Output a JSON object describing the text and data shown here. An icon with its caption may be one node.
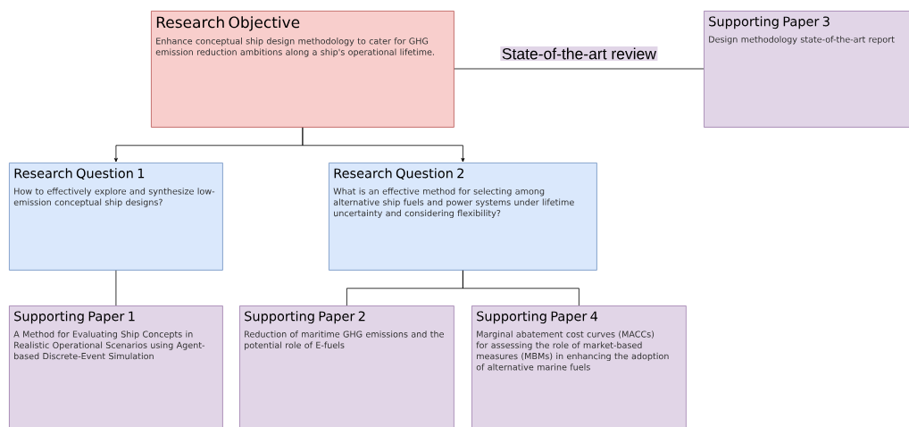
{
  "diagram": {
    "nodes": [
      {
        "text": [
          "Research Objective",
          "Enhance conceptual ship design methodology to cater for GHG emission reduction ambitions along a ship's operational lifetime."
        ]
      },
      {
        "text": [
          "Supporting Paper 3",
          "Design methodology state-of-the-art report"
        ]
      },
      {
        "text": [
          "Research Question 1",
          "How to effectively explore and synthesize low-emission conceptual ship designs?"
        ]
      },
      {
        "text": [
          "Research Question 2",
          "What is an effective method for selecting among alternative ship fuels and power systems under lifetime uncertainty and considering flexibility?"
        ]
      },
      {
        "text": [
          "Supporting Paper 1",
          "A Method for Evaluating Ship Concepts in Realistic Operational Scenarios using Agent-based Discrete-Event Simulation"
        ]
      },
      {
        "text": [
          "Supporting Paper 2",
          "Reduction of maritime GHG emissions and the potential role of E-fuels"
        ]
      },
      {
        "text": [
          "Supporting Paper 4",
          "Marginal abatement cost curves (MACCs) for assessing the role of market-based measures (MBMs) in enhancing the adoption of alternative marine fuels"
        ]
      }
    ],
    "edges": [
      {
        "from": 0,
        "to": 2,
        "arrow": "to"
      },
      {
        "from": 0,
        "to": 3,
        "arrow": "to"
      },
      {
        "from": 0,
        "to": 1,
        "arrow": "none",
        "label": "State-of-the-art review"
      },
      {
        "from": 2,
        "to": 4,
        "arrow": "none"
      },
      {
        "from": 3,
        "to": 5,
        "arrow": "none"
      },
      {
        "from": 3,
        "to": 6,
        "arrow": "none"
      }
    ]
  }
}
